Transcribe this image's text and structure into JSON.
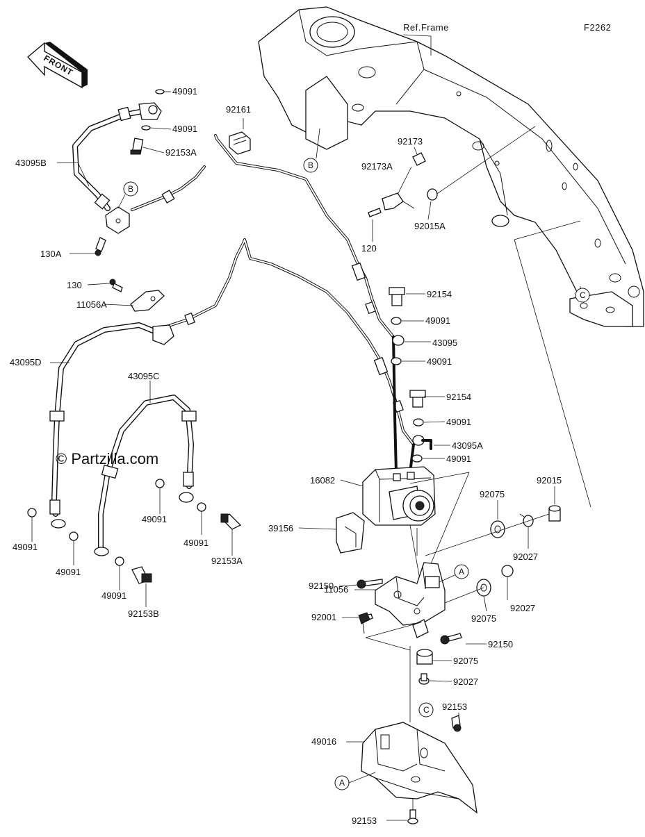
{
  "header": {
    "ref_frame": "Ref.Frame",
    "figure_code": "F2262",
    "front_label": "FRONT"
  },
  "watermark": "© Partzilla.com",
  "callouts": [
    "A",
    "A",
    "B",
    "B",
    "C",
    "C"
  ],
  "parts": [
    "49091",
    "49091",
    "92153A",
    "92161",
    "43095B",
    "130A",
    "130",
    "11056A",
    "92173",
    "92173A",
    "120",
    "92015A",
    "92154",
    "49091",
    "43095",
    "49091",
    "92154",
    "49091",
    "43095A",
    "49091",
    "43095D",
    "43095C",
    "16082",
    "39156",
    "92150",
    "11056",
    "92001",
    "92075",
    "92015",
    "92027",
    "92075",
    "92027",
    "92150",
    "92075",
    "92027",
    "92153",
    "49016",
    "92153",
    "49091",
    "49091",
    "49091",
    "49091",
    "49091",
    "92153A",
    "92153B"
  ]
}
